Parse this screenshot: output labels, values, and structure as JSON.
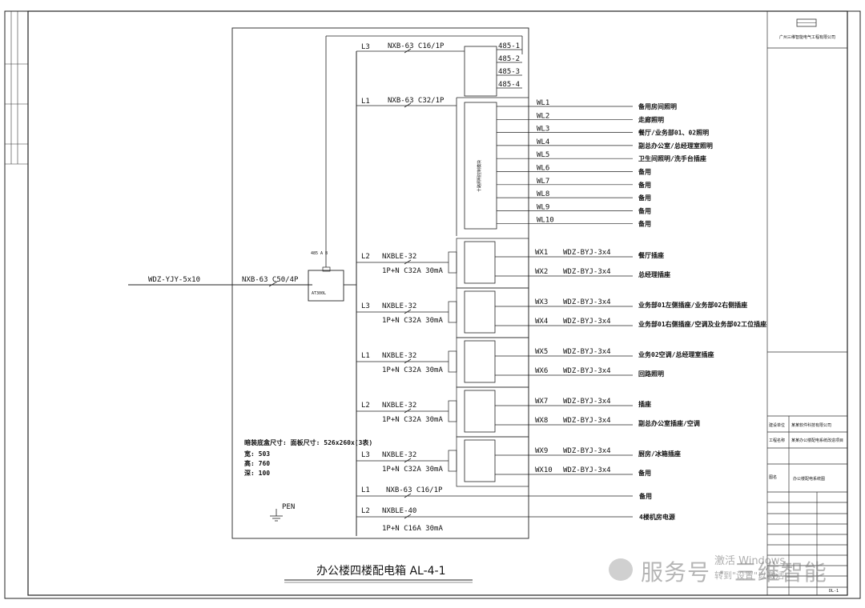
{
  "diagram": {
    "incoming_cable": "WDZ-YJY-5x10",
    "main_breaker": "NXB-63 C50/4P",
    "pen_label": "PEN",
    "title": "办公楼四楼配电箱 AL-4-1",
    "main_device_tag": "485  A  B",
    "main_device_text": "AT300L",
    "box_note": {
      "line1": "暗装底盒尺寸:  面板尺寸: 526x260x(3表)",
      "line2": "宽: 503",
      "line3": "高: 760",
      "line4": "深: 100"
    },
    "phase_l3": "L3",
    "phase_l1": "L1",
    "branch_485": {
      "breaker": "NXB-63 C16/1P",
      "outputs": [
        "485-1",
        "485-2",
        "485-3",
        "485-4"
      ]
    },
    "lighting": {
      "breaker": "NXB-63 C32/1P",
      "module_text": "十路照明控制模块",
      "circuits": [
        {
          "id": "WL1",
          "desc": "备用房间照明"
        },
        {
          "id": "WL2",
          "desc": "走廊照明"
        },
        {
          "id": "WL3",
          "desc": "餐厅/业务部01、02照明"
        },
        {
          "id": "WL4",
          "desc": "副总办公室/总经理室照明"
        },
        {
          "id": "WL5",
          "desc": "卫生间照明/洗手台插座"
        },
        {
          "id": "WL6",
          "desc": "备用"
        },
        {
          "id": "WL7",
          "desc": "备用"
        },
        {
          "id": "WL8",
          "desc": "备用"
        },
        {
          "id": "WL9",
          "desc": "备用"
        },
        {
          "id": "WL10",
          "desc": "备用"
        }
      ]
    },
    "rcd_groups": [
      {
        "phase": "L2",
        "breaker": "NXBLE-32",
        "rating": "1P+N C32A 30mA",
        "circuits": [
          {
            "id": "WX1",
            "cable": "WDZ-BYJ-3x4",
            "desc": "餐厅插座"
          },
          {
            "id": "WX2",
            "cable": "WDZ-BYJ-3x4",
            "desc": "总经理插座"
          }
        ]
      },
      {
        "phase": "L3",
        "breaker": "NXBLE-32",
        "rating": "1P+N C32A 30mA",
        "circuits": [
          {
            "id": "WX3",
            "cable": "WDZ-BYJ-3x4",
            "desc": "业务部01左侧插座/业务部02右侧插座"
          },
          {
            "id": "WX4",
            "cable": "WDZ-BYJ-3x4",
            "desc": "业务部01右侧插座/空调及业务部02工位插座"
          }
        ]
      },
      {
        "phase": "L1",
        "breaker": "NXBLE-32",
        "rating": "1P+N C32A 30mA",
        "circuits": [
          {
            "id": "WX5",
            "cable": "WDZ-BYJ-3x4",
            "desc": "业务02空调/总经理室插座"
          },
          {
            "id": "WX6",
            "cable": "WDZ-BYJ-3x4",
            "desc": "回路照明"
          }
        ]
      },
      {
        "phase": "L2",
        "breaker": "NXBLE-32",
        "rating": "1P+N C32A 30mA",
        "circuits": [
          {
            "id": "WX7",
            "cable": "WDZ-BYJ-3x4",
            "desc": "插座"
          },
          {
            "id": "WX8",
            "cable": "WDZ-BYJ-3x4",
            "desc": "副总办公室插座/空调"
          }
        ]
      },
      {
        "phase": "L3",
        "breaker": "NXBLE-32",
        "rating": "1P+N C32A 30mA",
        "circuits": [
          {
            "id": "WX9",
            "cable": "WDZ-BYJ-3x4",
            "desc": "厨房/冰箱插座"
          },
          {
            "id": "WX10",
            "cable": "WDZ-BYJ-3x4",
            "desc": "备用"
          }
        ]
      }
    ],
    "spare": {
      "phase": "L1",
      "breaker": "NXB-63 C16/1P",
      "desc": "备用"
    },
    "elevator": {
      "phase": "L2",
      "breaker": "NXBLE-40",
      "rating": "1P+N C16A 30mA",
      "desc": "4楼机房电源"
    }
  },
  "title_block": {
    "company": "广州三维智能电气工程有限公司",
    "row1_label": "建设单位",
    "row1_value": "某某软件科技有限公司",
    "row2_label": "工程名称",
    "row2_value": "某某办公楼配电系统改造项目",
    "row3_label": "图名",
    "row3_value": "办公楼配电系统图",
    "sheet_no": "DL-1"
  },
  "watermark": {
    "service_text": "服务号 · 三维智能",
    "windows_line1": "激活 Windows",
    "windows_line2": "转到\"设置\"以激活"
  }
}
